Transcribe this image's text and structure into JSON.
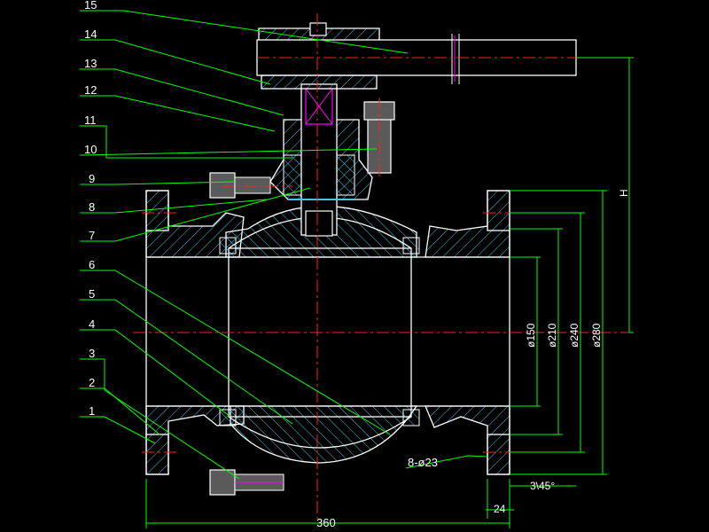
{
  "colors": {
    "background": "#000000",
    "outline": "#ffffff",
    "dimension": "#00ff00",
    "centerline": "#ff2020",
    "hatch": "#3cc8e6",
    "accent": "#ff00ff",
    "part_fill": "#5a5a5a"
  },
  "parts": {
    "balloon_labels": [
      "1",
      "2",
      "3",
      "4",
      "5",
      "6",
      "7",
      "8",
      "9",
      "10",
      "11",
      "12",
      "13",
      "14",
      "15"
    ]
  },
  "dimensions": {
    "overall_length": "360",
    "flange_thickness": "24",
    "chamfer": "3\\45°",
    "bolt_holes": "8-ø23",
    "height": "H",
    "bore": "ø150",
    "raised_face": "ø210",
    "bolt_circle": "ø240",
    "flange_od": "ø280"
  }
}
